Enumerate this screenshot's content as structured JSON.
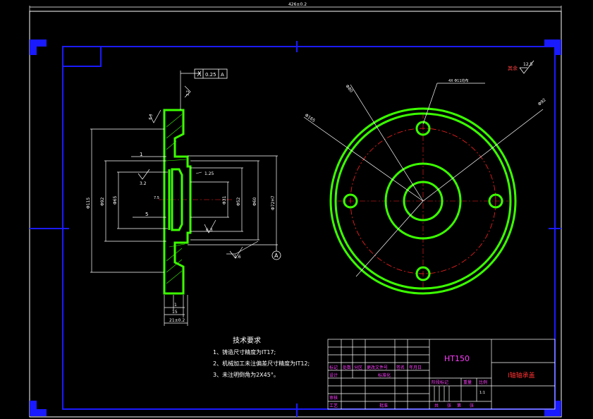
{
  "sheet": {
    "overall_width_dim": "426±0.2",
    "surface_roughness_rest": "其余",
    "surface_roughness_value": "12.5"
  },
  "section_view": {
    "tolerance_flatness": "0.25",
    "tolerance_datum": "A",
    "datum_label": "A",
    "dims": {
      "d115": "Φ115",
      "d92": "Φ92",
      "d65": "Φ65",
      "d31": "Φ31",
      "d52": "Φ52",
      "d60": "Φ60",
      "d72": "Φ72H7",
      "r1": "1",
      "r5": "5",
      "r7": "7.5",
      "chamfer": "1.25",
      "rough32a": "3.2",
      "rough32b": "3.2",
      "rough63a": "6.3",
      "rough63b": "6.3",
      "rough16": "1.6",
      "w1": "1",
      "w15": "15",
      "w21": "21±0.2"
    }
  },
  "front_view": {
    "d80": "Φ80",
    "d165": "Φ165",
    "d92": "Φ92",
    "holes": "4X Φ11均布"
  },
  "tech_requirements": {
    "title": "技术要求",
    "items": [
      "1、铸造尺寸精度为IT17;",
      "2、机械加工未注偏差尺寸精度为IT12;",
      "3、未注明倒角为2X45°。"
    ]
  },
  "title_block": {
    "material": "HT150",
    "part_name": "Ⅰ轴轴承盖",
    "row_labels": [
      "标记",
      "处数",
      "分区",
      "更改文件号",
      "签名",
      "年月日"
    ],
    "design": "设计",
    "standardize": "标准化",
    "review": "审核",
    "process": "工艺",
    "approve": "批准",
    "stage_mark": "阶段标记",
    "weight": "重量",
    "scale": "比例",
    "scale_value": "1:1",
    "sheets": "共",
    "sheet_of": "张",
    "sheet_no": "第",
    "sheet_unit": "张"
  },
  "colors": {
    "border": "#1a1aff",
    "outline": "#ffffff",
    "part": "#3cff00",
    "center": "#ff2020",
    "title_text": "#ff3cff"
  }
}
